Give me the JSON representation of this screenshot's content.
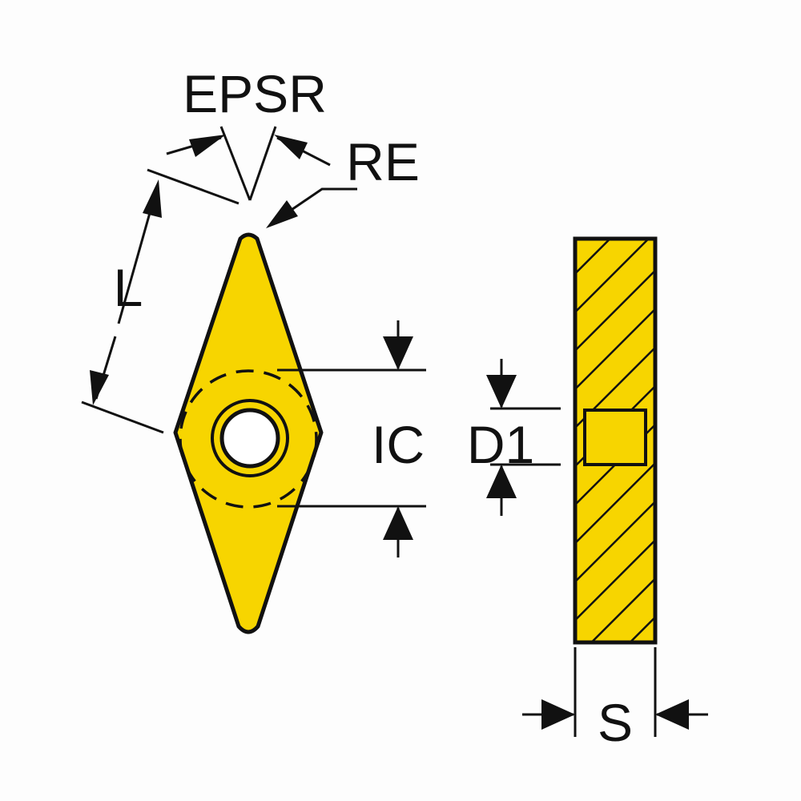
{
  "labels": {
    "epsr": "EPSR",
    "re": "RE",
    "l": "L",
    "ic": "IC",
    "d1": "D1",
    "s": "S"
  },
  "colors": {
    "insert_fill": "#f7d500",
    "outline": "#111111",
    "hole_fill": "#ffffff",
    "background": "#fdfdfd"
  }
}
